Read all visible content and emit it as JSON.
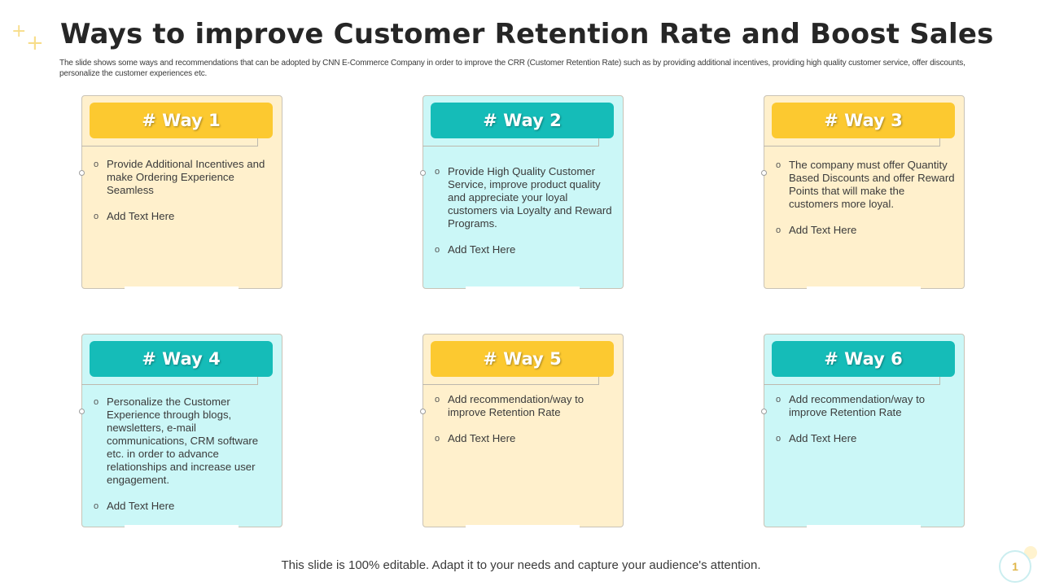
{
  "slide": {
    "title": "Ways to improve Customer Retention Rate and Boost Sales",
    "subtitle": "The slide shows some ways and recommendations that can be adopted by CNN E-Commerce Company in order to improve the CRR (Customer Retention Rate) such as by providing additional incentives, providing high quality customer service, offer discounts, personalize the customer experiences etc.",
    "footer": "This slide is 100% editable. Adapt it to your needs and capture your audience's attention.",
    "page_number": "1"
  },
  "colors": {
    "yellow_header": "#fcc930",
    "teal_header": "#15bcb8",
    "yellow_card": "#fff0cc",
    "cyan_card": "#cbf7f7"
  },
  "icons": {
    "bullet": "hollow-circle-bullet-icon",
    "decoration": "sparkle-plus-icon"
  },
  "ways": [
    {
      "label": "# Way 1",
      "bullets": [
        "Provide Additional Incentives and make Ordering Experience Seamless",
        "Add Text Here"
      ]
    },
    {
      "label": "# Way 2",
      "bullets": [
        "Provide High Quality Customer Service, improve product quality and appreciate your loyal customers via Loyalty and Reward Programs.",
        "Add Text Here"
      ]
    },
    {
      "label": "# Way 3",
      "bullets": [
        "The company must offer Quantity Based Discounts and offer Reward Points that will make the customers more loyal.",
        "Add Text Here"
      ]
    },
    {
      "label": "# Way 4",
      "bullets": [
        "Personalize the Customer Experience  through blogs, newsletters, e-mail communications, CRM software etc. in order to advance relationships and increase  user engagement.",
        "Add Text Here"
      ]
    },
    {
      "label": "# Way 5",
      "bullets": [
        "Add recommendation/way to improve Retention Rate",
        "Add Text Here"
      ]
    },
    {
      "label": "# Way 6",
      "bullets": [
        "Add recommendation/way to improve Retention Rate",
        "Add Text Here"
      ]
    }
  ]
}
